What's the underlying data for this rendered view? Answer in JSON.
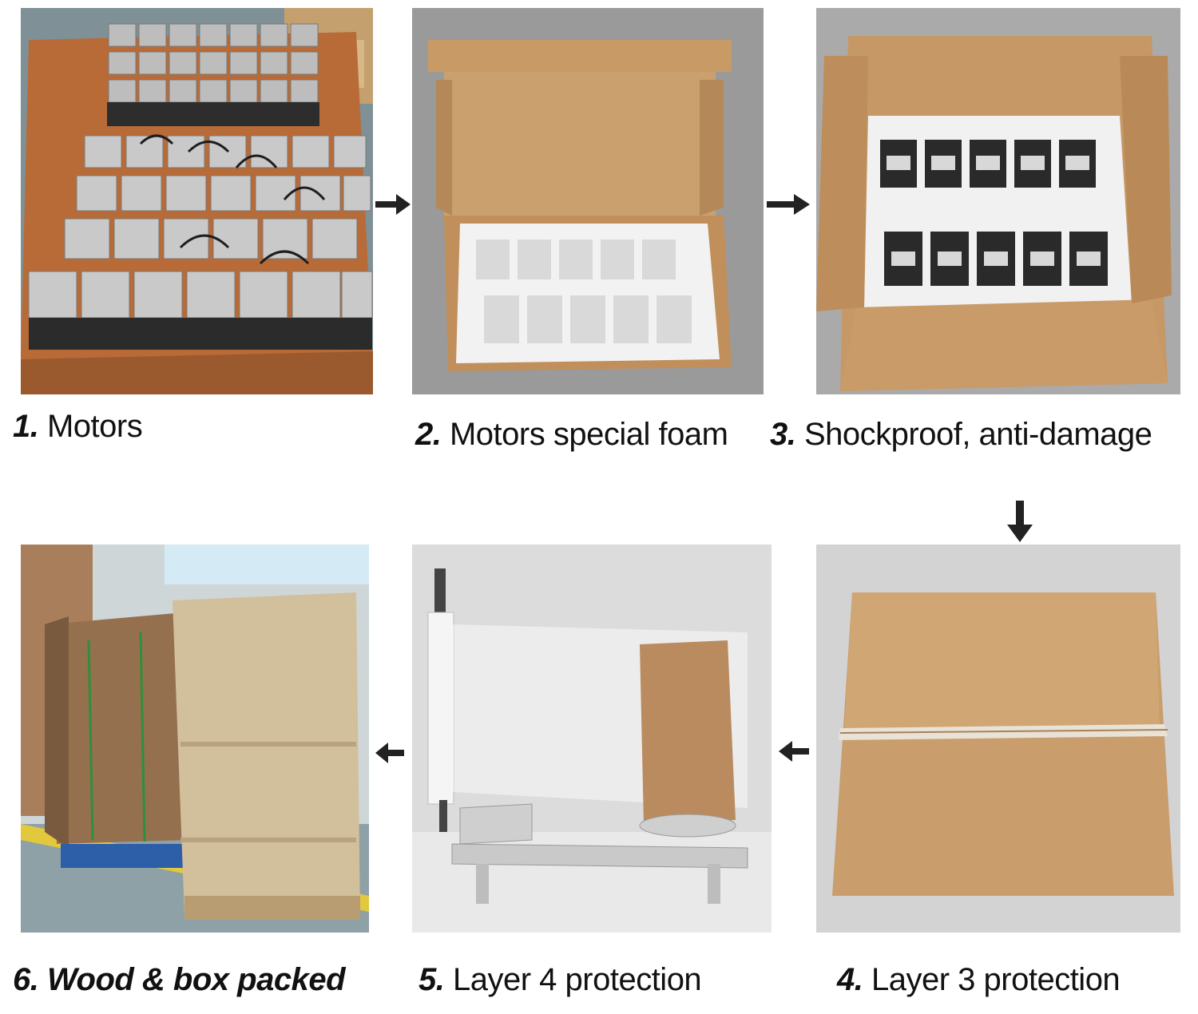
{
  "steps": [
    {
      "num": "1.",
      "label": "Motors"
    },
    {
      "num": "2.",
      "label": "Motors special foam"
    },
    {
      "num": "3.",
      "label": "Shockproof, anti-damage"
    },
    {
      "num": "4.",
      "label": "Layer 3 protection"
    },
    {
      "num": "5.",
      "label": "Layer 4 protection"
    },
    {
      "num": "6.",
      "label": "Wood & box packed"
    }
  ],
  "icons": {
    "arrow_right": "arrow-right-icon",
    "arrow_down": "arrow-down-icon",
    "arrow_left": "arrow-left-icon"
  },
  "colors": {
    "cardboard": "#c99a66",
    "foam": "#f3f3f3",
    "pallet_wood": "#b46a3a",
    "motor_silver": "#c8c8c8",
    "motor_black": "#2a2a2a",
    "floor": "#8ea1a6",
    "caption_text": "#111111"
  }
}
